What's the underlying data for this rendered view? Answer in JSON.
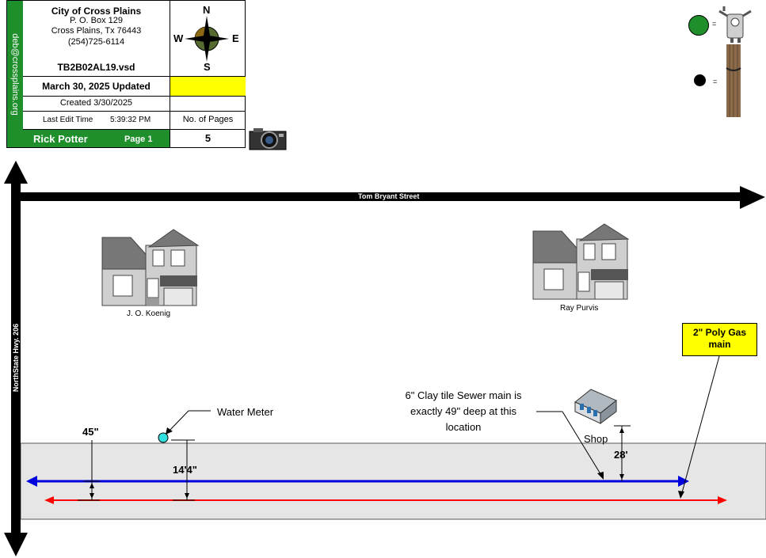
{
  "title_block": {
    "org_name": "City of Cross Plains",
    "address1": "P. O. Box 129",
    "address2": "Cross Plains, Tx  76443",
    "phone": "(254)725-6114",
    "email": "deb@crossplains.org",
    "file_name": "TB2B02AL19.vsd",
    "updated": "March 30, 2025 Updated",
    "created": "Created 3/30/2025",
    "last_edit_label": "Last Edit Time",
    "last_edit_time": "5:39:32 PM",
    "pages_label": "No. of Pages",
    "pages_count": "5",
    "author": "Rick Potter",
    "page": "Page 1"
  },
  "compass": {
    "n": "N",
    "s": "S",
    "e": "E",
    "w": "W"
  },
  "legend": {
    "gas_meter_eq": "=",
    "pole_eq": "=",
    "gas_meter_color": "#1e8f2a",
    "pole_color": "#000000"
  },
  "streets": {
    "top": "Tom Bryant Street",
    "left": "NorthState Hwy. 206"
  },
  "houses": {
    "left": "J. O. Koenig",
    "right": "Ray Purvis"
  },
  "labels": {
    "water_meter": "Water Meter",
    "sewer_line1": "6\" Clay tile Sewer main is",
    "sewer_line2": "exactly 49\" deep at this",
    "sewer_line3": "location",
    "shop": "Shop",
    "gas_main_line1": "2\" Poly Gas",
    "gas_main_line2": "main",
    "dim_45": "45\"",
    "dim_14": "14'4\"",
    "dim_28": "28'"
  },
  "colors": {
    "water_line": "#0000dd",
    "gas_line": "#ff0000",
    "road": "#e6e6e6",
    "water_meter": "#33e0e0"
  }
}
